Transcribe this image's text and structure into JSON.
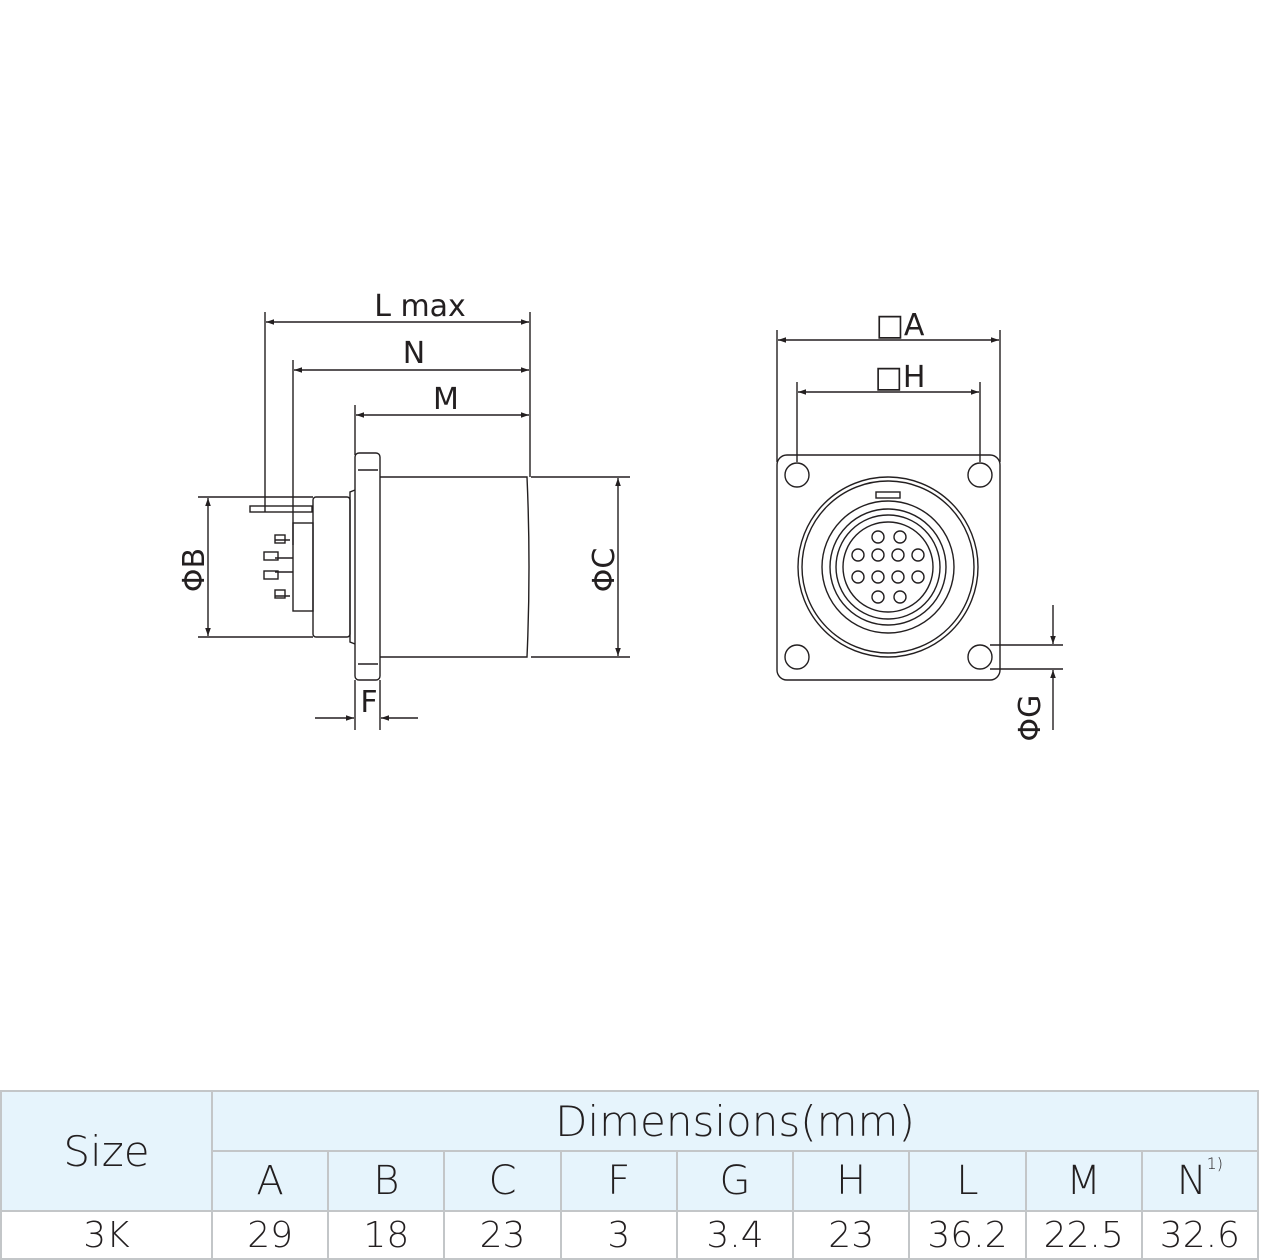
{
  "drawing": {
    "side_view": {
      "l_max": "L max",
      "n": "N",
      "m": "M",
      "f": "F",
      "phi_b": "ΦB",
      "phi_c": "ΦC"
    },
    "front_view": {
      "a": "□A",
      "h": "□H",
      "phi_g": "ΦG"
    }
  },
  "table": {
    "size_header": "Size",
    "dimensions_header": "Dimensions(mm)",
    "columns": [
      "A",
      "B",
      "C",
      "F",
      "G",
      "H",
      "L",
      "M",
      "N"
    ],
    "n_footnote": "1)",
    "rows": [
      {
        "size": "3K",
        "values": [
          "29",
          "18",
          "23",
          "3",
          "3.4",
          "23",
          "36.2",
          "22.5",
          "32.6"
        ]
      }
    ]
  }
}
